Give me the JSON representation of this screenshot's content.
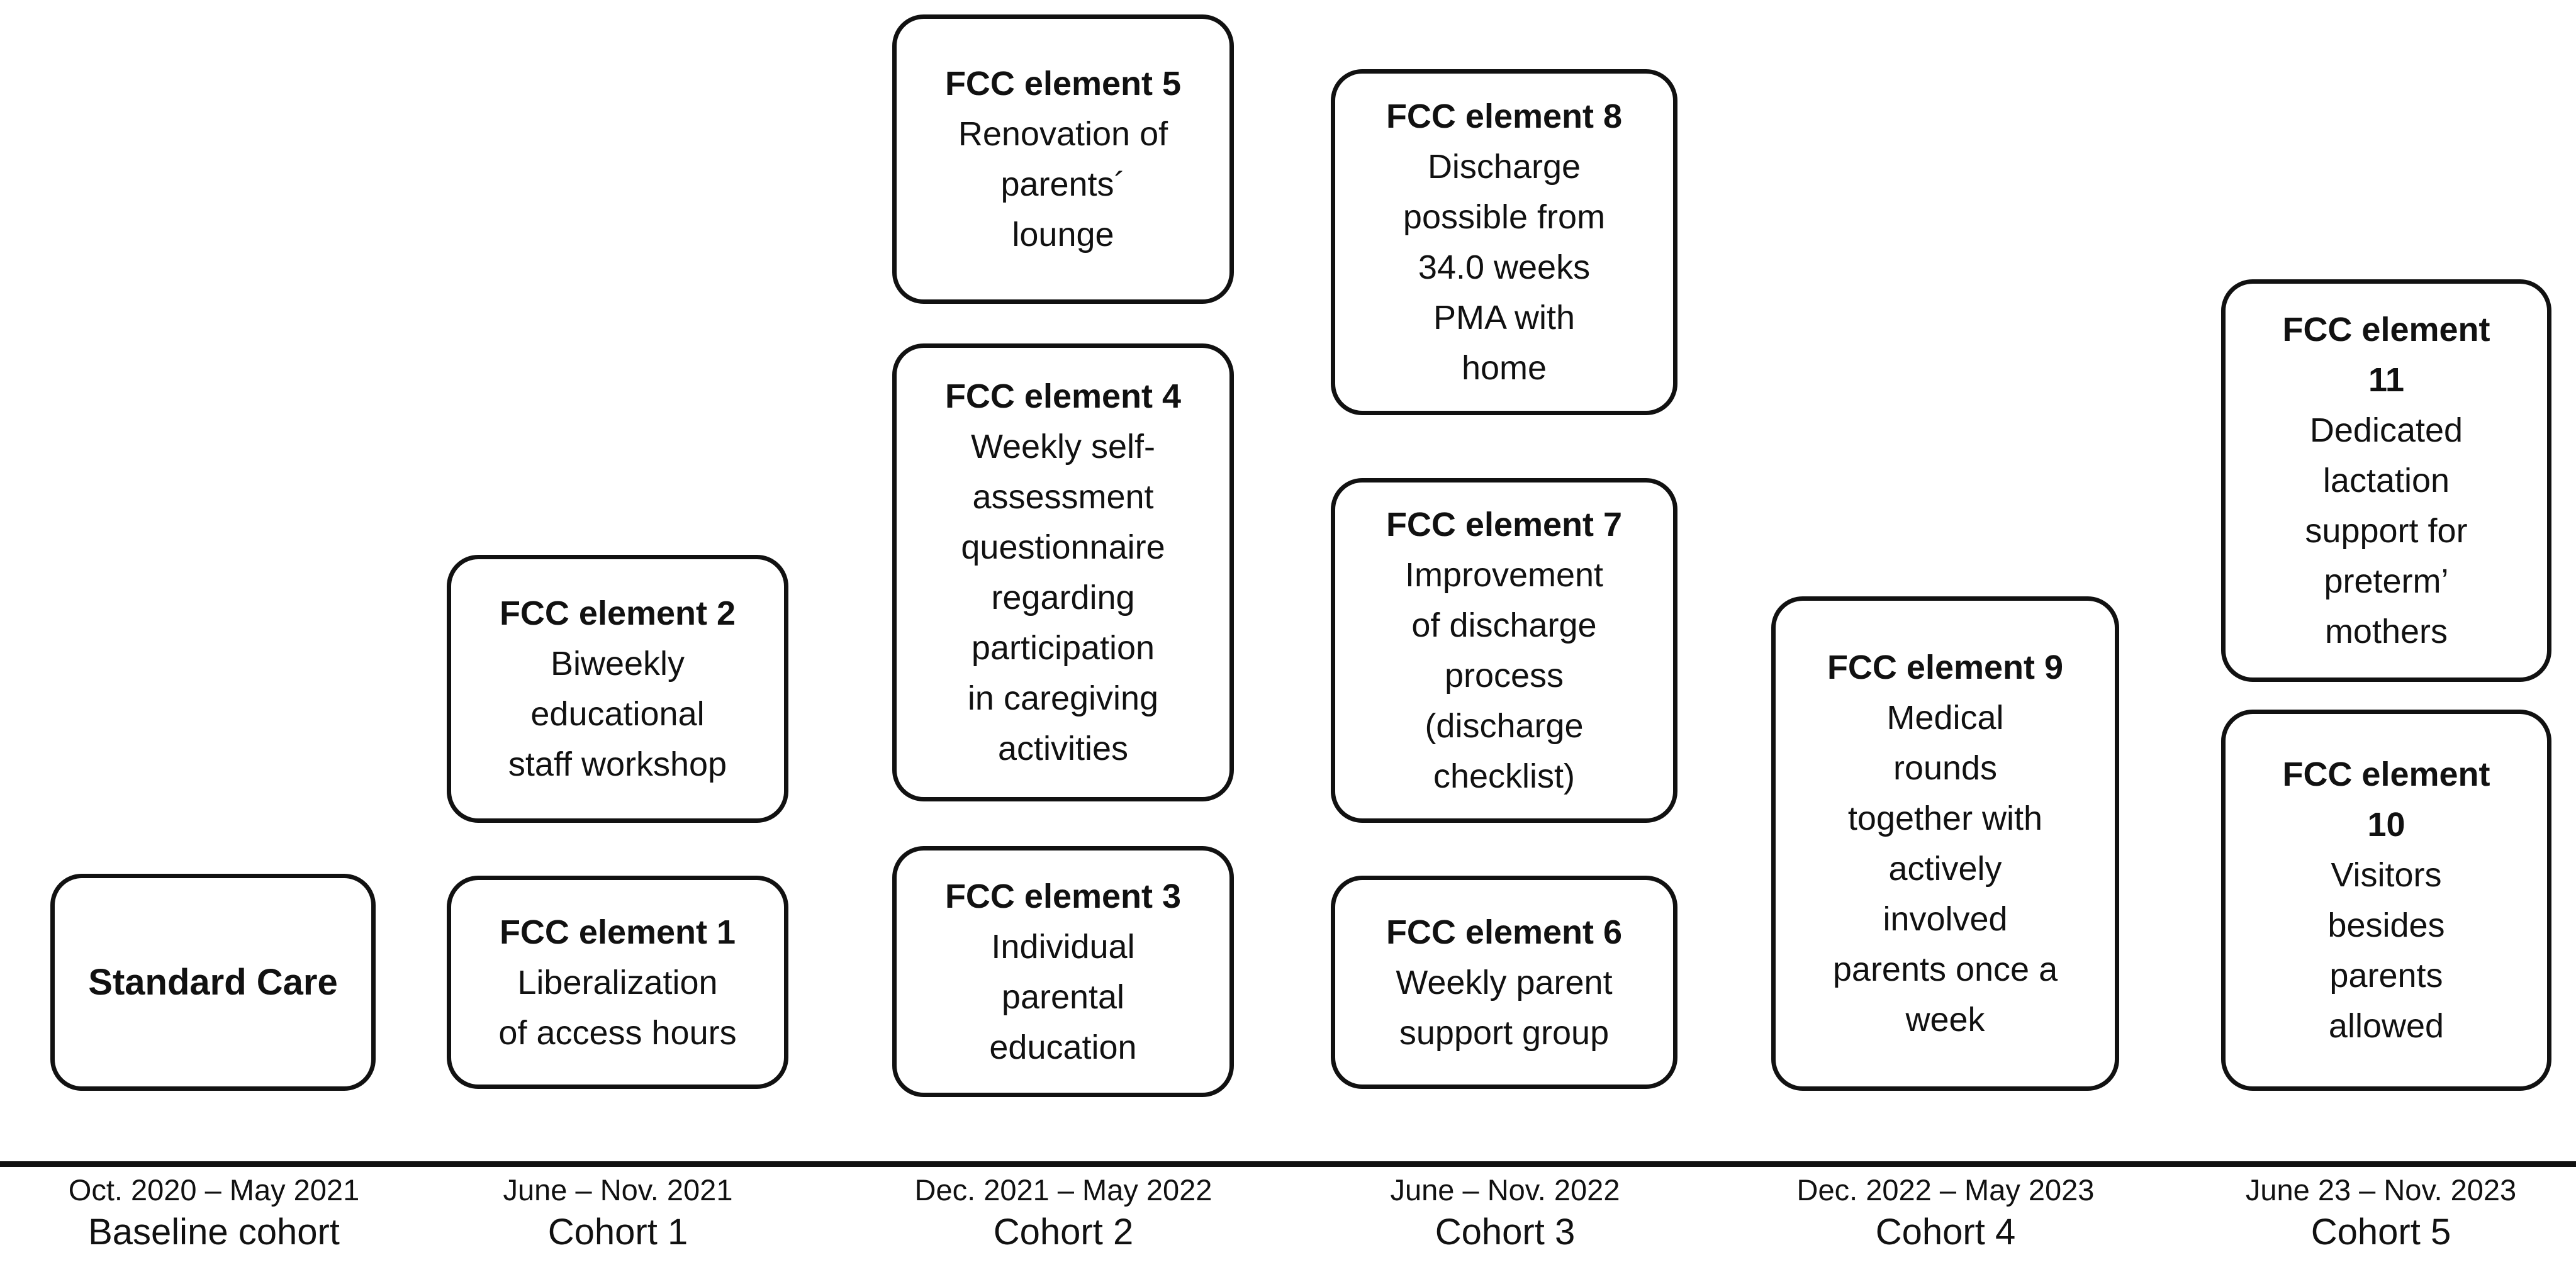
{
  "figure": {
    "boxes": {
      "standard_care": {
        "title": "Standard Care"
      },
      "fcc1": {
        "title": "FCC element 1",
        "body": "Liberalization\nof access hours"
      },
      "fcc2": {
        "title": "FCC element 2",
        "body": "Biweekly\neducational\nstaff workshop"
      },
      "fcc3": {
        "title": "FCC element 3",
        "body": "Individual\nparental\neducation"
      },
      "fcc4": {
        "title": "FCC element 4",
        "body": "Weekly self-\nassessment\nquestionnaire\nregarding\nparticipation\nin caregiving\nactivities"
      },
      "fcc5": {
        "title": "FCC element 5",
        "body": "Renovation of\nparents´\nlounge"
      },
      "fcc6": {
        "title": "FCC element 6",
        "body": "Weekly parent\nsupport group"
      },
      "fcc7": {
        "title": "FCC element 7",
        "body": "Improvement\nof discharge\nprocess\n(discharge\nchecklist)"
      },
      "fcc8": {
        "title": "FCC element 8",
        "body": "Discharge\npossible from\n34.0 weeks\nPMA with\nhome"
      },
      "fcc9": {
        "title": "FCC element 9",
        "body": "Medical\nrounds\ntogether with\nactively\ninvolved\nparents once a\nweek"
      },
      "fcc10": {
        "title": "FCC element\n10",
        "body": "Visitors\nbesides\nparents\nallowed"
      },
      "fcc11": {
        "title": "FCC element\n11",
        "body": "Dedicated\nlactation\nsupport for\npreterm’\nmothers"
      }
    },
    "timeline": {
      "cohorts": [
        {
          "dates": "Oct. 2020 – May 2021",
          "label": "Baseline cohort"
        },
        {
          "dates": "June – Nov. 2021",
          "label": "Cohort 1"
        },
        {
          "dates": "Dec. 2021 – May 2022",
          "label": "Cohort 2"
        },
        {
          "dates": "June – Nov. 2022",
          "label": "Cohort 3"
        },
        {
          "dates": "Dec. 2022 – May 2023",
          "label": "Cohort 4"
        },
        {
          "dates": "June 23 – Nov. 2023",
          "label": "Cohort 5"
        }
      ]
    },
    "colors": {
      "ink": "#111111",
      "background": "#ffffff"
    }
  }
}
